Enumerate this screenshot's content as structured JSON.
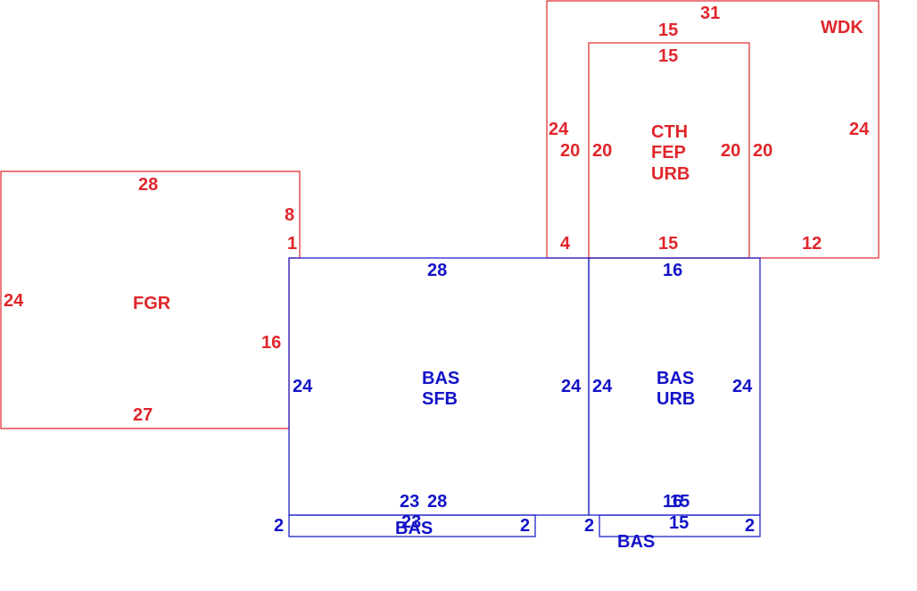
{
  "colors": {
    "red": "#e0262b",
    "blue": "#1212c8",
    "background": "#ffffff"
  },
  "areas": {
    "wdk": {
      "codes": [
        "WDK"
      ],
      "dims": [
        "31",
        "24",
        "24",
        "20",
        "20",
        "12",
        "4",
        "15"
      ]
    },
    "cth": {
      "codes": [
        "CTH",
        "FEP",
        "URB"
      ],
      "dims": [
        "15",
        "20",
        "20",
        "15"
      ]
    },
    "fgr": {
      "codes": [
        "FGR"
      ],
      "dims": [
        "28",
        "8",
        "1",
        "24",
        "16",
        "27"
      ]
    },
    "bas_sfb": {
      "codes": [
        "BAS",
        "SFB"
      ],
      "dims": [
        "28",
        "24",
        "24",
        "23",
        "28"
      ]
    },
    "bas_urb": {
      "codes": [
        "BAS",
        "URB"
      ],
      "dims": [
        "16",
        "24",
        "24",
        "16",
        "15"
      ]
    },
    "bas_strip_left": {
      "codes": [
        "BAS"
      ],
      "dims": [
        "2",
        "23",
        "2"
      ]
    },
    "bas_strip_right": {
      "codes": [
        "BAS"
      ],
      "dims": [
        "2",
        "15",
        "2"
      ]
    }
  }
}
